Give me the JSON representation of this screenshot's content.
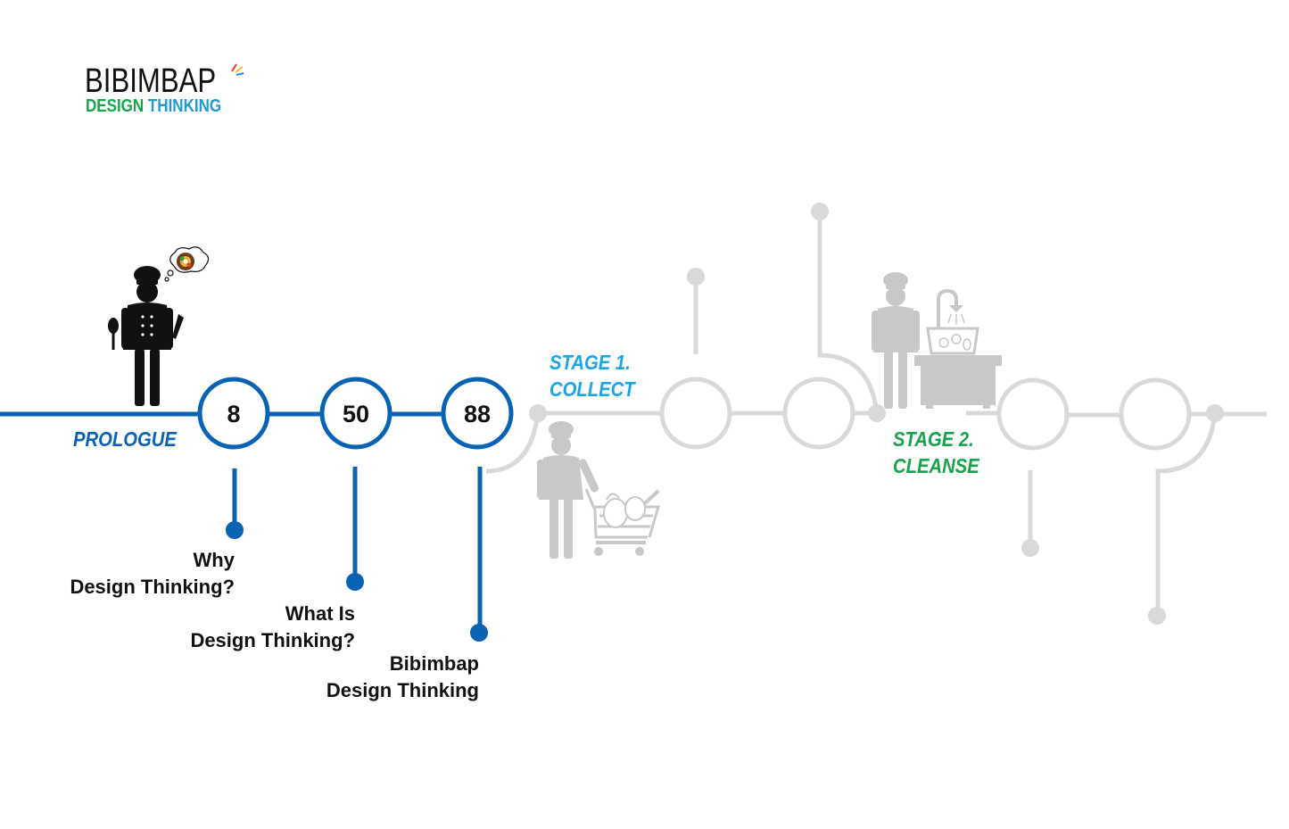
{
  "logo": {
    "main": "BIBIMBAP",
    "sub_word1": "DESIGN",
    "sub_word2": "THINKING"
  },
  "prologue": {
    "label": "PROLOGUE",
    "steps": [
      {
        "number": "8",
        "line1": "Why",
        "line2": "Design Thinking?"
      },
      {
        "number": "50",
        "line1": "What Is",
        "line2": "Design Thinking?"
      },
      {
        "number": "88",
        "line1": "Bibimbap",
        "line2": "Design Thinking"
      }
    ]
  },
  "stage1": {
    "line1": "STAGE 1.",
    "line2": "COLLECT"
  },
  "stage2": {
    "line1": "STAGE 2.",
    "line2": "CLEANSE"
  },
  "colors": {
    "active_blue": "#0a62b5",
    "stage1_cyan": "#1aa6e4",
    "stage2_green": "#17a24b",
    "inactive_gray": "#d9d9d9",
    "figure_black": "#111111",
    "figure_gray": "#c8c8c8"
  },
  "icons": [
    "chef-thinking-icon",
    "chef-shopping-cart-icon",
    "chef-sink-icon"
  ]
}
